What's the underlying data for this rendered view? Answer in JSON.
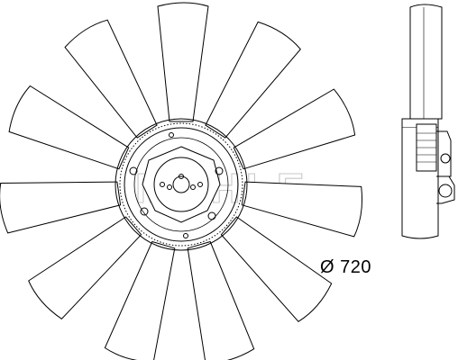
{
  "drawing": {
    "diameter_label": "Ø 720",
    "watermark": "MAHLE",
    "blade_count": 11,
    "hub_bolt_count": 4
  }
}
